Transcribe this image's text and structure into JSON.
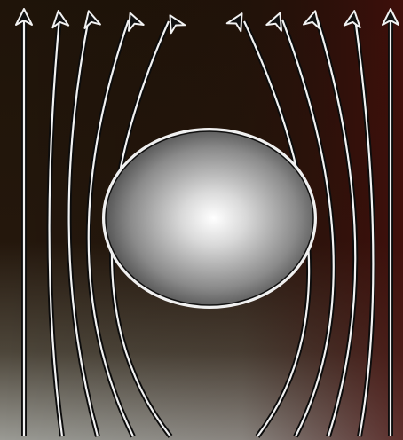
{
  "diagram": {
    "kind": "field-lines-around-sphere",
    "sphere_icon": "sphere",
    "line_count_left": 5,
    "line_count_right": 5,
    "arrow_direction": "up",
    "colors": {
      "background_top": "#1a1208",
      "background_bottom_left": "#6b6a62",
      "background_right": "#3a0f0c",
      "line_outer": "#111111",
      "line_inner": "#f2f2f2",
      "sphere_light": "#ffffff",
      "sphere_dark": "#2c2c2c"
    }
  }
}
